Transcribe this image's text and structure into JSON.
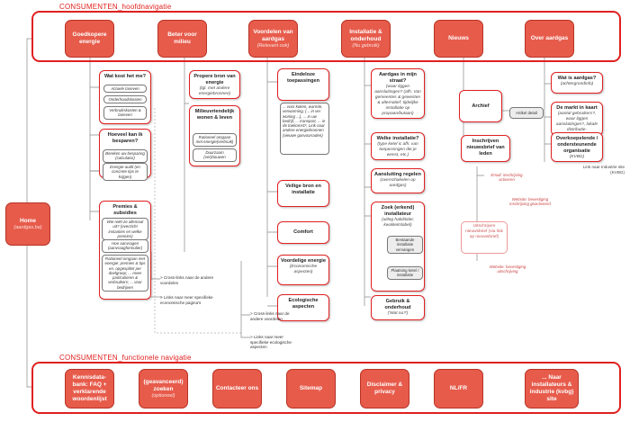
{
  "main_nav": {
    "title": "CONSUMENTEN_hoofdnavigatie",
    "items": [
      {
        "label": "Goedkopere energie",
        "sub": ""
      },
      {
        "label": "Beter voor milieu",
        "sub": ""
      },
      {
        "label": "Voordelen van aardgas",
        "sub": "(Relevant ook)"
      },
      {
        "label": "Installatie & onderhoud",
        "sub": "(Nu gebruik)"
      },
      {
        "label": "Nieuws",
        "sub": ""
      },
      {
        "label": "Over aardgas",
        "sub": ""
      }
    ]
  },
  "home": {
    "label": "Home",
    "sub": "(aardgas.be)"
  },
  "col1": {
    "c1": {
      "title": "Wat kost het me?",
      "subs": [
        "Actuele tarieven",
        "Onderhoudskosten",
        "Verbruikskosten & tarieven"
      ]
    },
    "c2": {
      "title": "Hoeveel kan ik besparen?",
      "desc": "Bereken uw besparing (calculator)",
      "desc2": "Energie-audit (en concrete tips te krijgen)"
    },
    "c3": {
      "title": "Premies & subsidies",
      "desc": "Wie reikt ze allemaal uit? (overzicht instanties en welke premies)",
      "desc2": "Hoe aanvragen (aanvraagformulier)",
      "desc3": "Rationeel omgaan met energie: premies & tips en, opgesplitst per doelgroep; ... meer particulieren & verbruikers; ... voor bedrijven"
    }
  },
  "col2": {
    "c1": {
      "title": "Propere bron van energie",
      "desc": "(tgl. met andere energiebronnen)"
    },
    "c2": {
      "title": "Milieuvriendelijk wonen & leven",
      "subs": [
        "Rationeel omgaan met energie(verbruik)",
        "Duurzaam (ver)bouwen"
      ]
    }
  },
  "col3": {
    "c1": {
      "title": "Eindeloze toepassingen",
      "list": "... voor koken, warmte, verwarming, (... in ver woning ...), ... in uw bedrijf, ... transport, ... in de toekomst?, Link naar andere energiebronnen (vieuwe gasvoorraden)"
    },
    "c2": {
      "title": "Veilige bron en installatie"
    },
    "c3": {
      "title": "Comfort"
    },
    "c4": {
      "title": "Voordelige energie",
      "desc": "(Economische aspecten)"
    },
    "c5": {
      "title": "Ecologische aspecten"
    }
  },
  "col4": {
    "c1": {
      "title": "Aardgas in mijn straat?",
      "desc": "(waar liggen aansluitingen? (afh. Van gemeentes & gewesten & alternatief: tijdelijke installatie op propaan/butaan)"
    },
    "c2": {
      "title": "Welke installatie?",
      "desc": "(type ketel ic afh. van toepassingen die je wenst, etc.)"
    },
    "c3": {
      "title": "Aansluiting regelen",
      "desc": "(overschakelen op aardgas)"
    },
    "c4": {
      "title": "Zoek (erkend) installateur",
      "desc": "(uitleg habilitatie; kwaliteitslabel)"
    },
    "subs": [
      "Bestaande installatie vervangen",
      "Plaatsing ketel / installatie"
    ],
    "c5": {
      "title": "Gebruik & onderhoud",
      "desc": "('Wat nu?')"
    }
  },
  "col5": {
    "c1": {
      "title": "Archief"
    },
    "detail": "Artikel detail",
    "c2": {
      "title": "Inschrijven nieuwsbrief van leden"
    },
    "pink1": "Email: inschrijving activeren",
    "pink2": "Website: bevestiging inschrijving geactiveerd",
    "ghost": "Uitschrijven nieuwsbrief (via link op nieuwsbrief)",
    "pink3": "Website: bevestiging uitschrijving"
  },
  "col6": {
    "c1": {
      "title": "Wat is aardgas?",
      "desc": "(achtergrondinfo)"
    },
    "c2": {
      "title": "De markt in kaart",
      "desc": "(aantal gebruikers?, waar liggen aansluitingen?, lokale distributie-netbeheerders, gasleveranciers, ...)"
    },
    "c3": {
      "title": "Overkoepelende / ondersteunende organisatie",
      "desc": "(KVBG)"
    },
    "link": "Link naar Industrie site (KVBG)"
  },
  "notes": {
    "n1": "> Cross-links naar de andere voordelen",
    "n2": "> Links naar meer specifieke economische pagina's",
    "n3": "> Cross-links naar de andere voordelen",
    "n4": "> Links naar meer specifieke ecologische aspecten"
  },
  "func_nav": {
    "title": "CONSUMENTEN_functionele navigatie",
    "items": [
      {
        "label": "Kennisdata-bank: FAQ + verklarende woordenlijst",
        "sub": ""
      },
      {
        "label": "(geavanceerd) zoeken",
        "sub": "(optioneel)"
      },
      {
        "label": "Contacteer ons",
        "sub": ""
      },
      {
        "label": "Sitemap",
        "sub": ""
      },
      {
        "label": "Disclaimer & privacy",
        "sub": ""
      },
      {
        "label": "NL/FR",
        "sub": ""
      },
      {
        "label": "... Naar installateurs & industrie (kvbg) site",
        "sub": ""
      }
    ]
  },
  "colors": {
    "accent": "#e75b4b",
    "border": "#e02020"
  }
}
